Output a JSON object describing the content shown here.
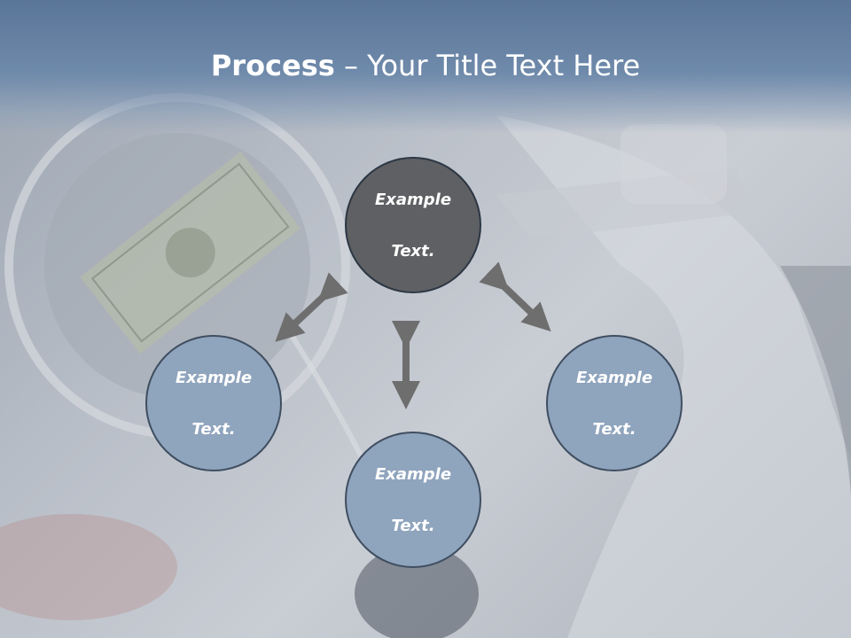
{
  "title": {
    "bold": "Process",
    "rest": " – Your Title Text Here"
  },
  "nodes": {
    "center": {
      "line1": "Example",
      "line2": "Text."
    },
    "left": {
      "line1": "Example",
      "line2": "Text."
    },
    "right": {
      "line1": "Example",
      "line2": "Text."
    },
    "bottom": {
      "line1": "Example",
      "line2": "Text."
    }
  },
  "colors": {
    "title_band": "#6f8aab",
    "center_node": "#5f6063",
    "outer_node": "#8fa4bd",
    "arrow": "#6e6e6e"
  }
}
